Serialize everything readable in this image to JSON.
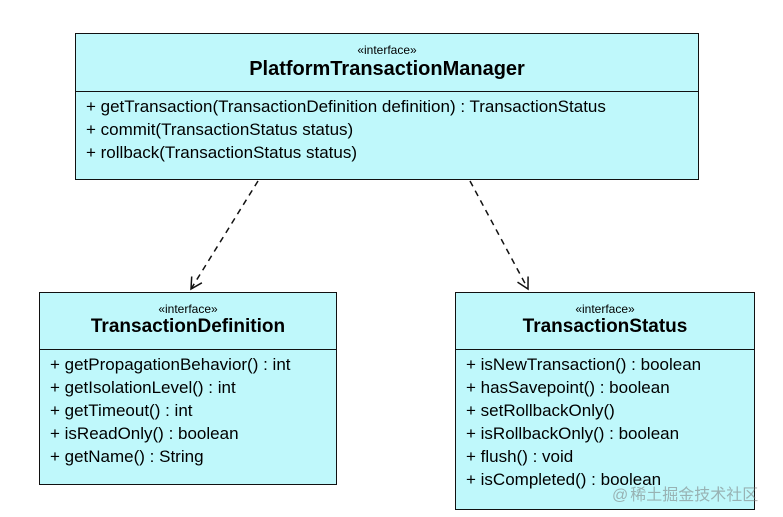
{
  "classes": {
    "platform_transaction_manager": {
      "stereotype": "«interface»",
      "name": "PlatformTransactionManager",
      "members": [
        "+ getTransaction(TransactionDefinition definition) : TransactionStatus",
        "+ commit(TransactionStatus status)",
        "+ rollback(TransactionStatus status)"
      ]
    },
    "transaction_definition": {
      "stereotype": "«interface»",
      "name": "TransactionDefinition",
      "members": [
        "+ getPropagationBehavior() : int",
        "+ getIsolationLevel() : int",
        "+ getTimeout() : int",
        "+ isReadOnly() : boolean",
        "+ getName() : String"
      ]
    },
    "transaction_status": {
      "stereotype": "«interface»",
      "name": "TransactionStatus",
      "members": [
        "+ isNewTransaction() : boolean",
        "+ hasSavepoint() : boolean",
        "+ setRollbackOnly()",
        "+ isRollbackOnly() : boolean",
        "+ flush() : void",
        "+ isCompleted() : boolean"
      ]
    }
  },
  "watermark": {
    "symbol": "@",
    "text": "稀土掘金技术社区"
  },
  "colors": {
    "box_fill": "#bff8fb",
    "border": "#111111"
  }
}
